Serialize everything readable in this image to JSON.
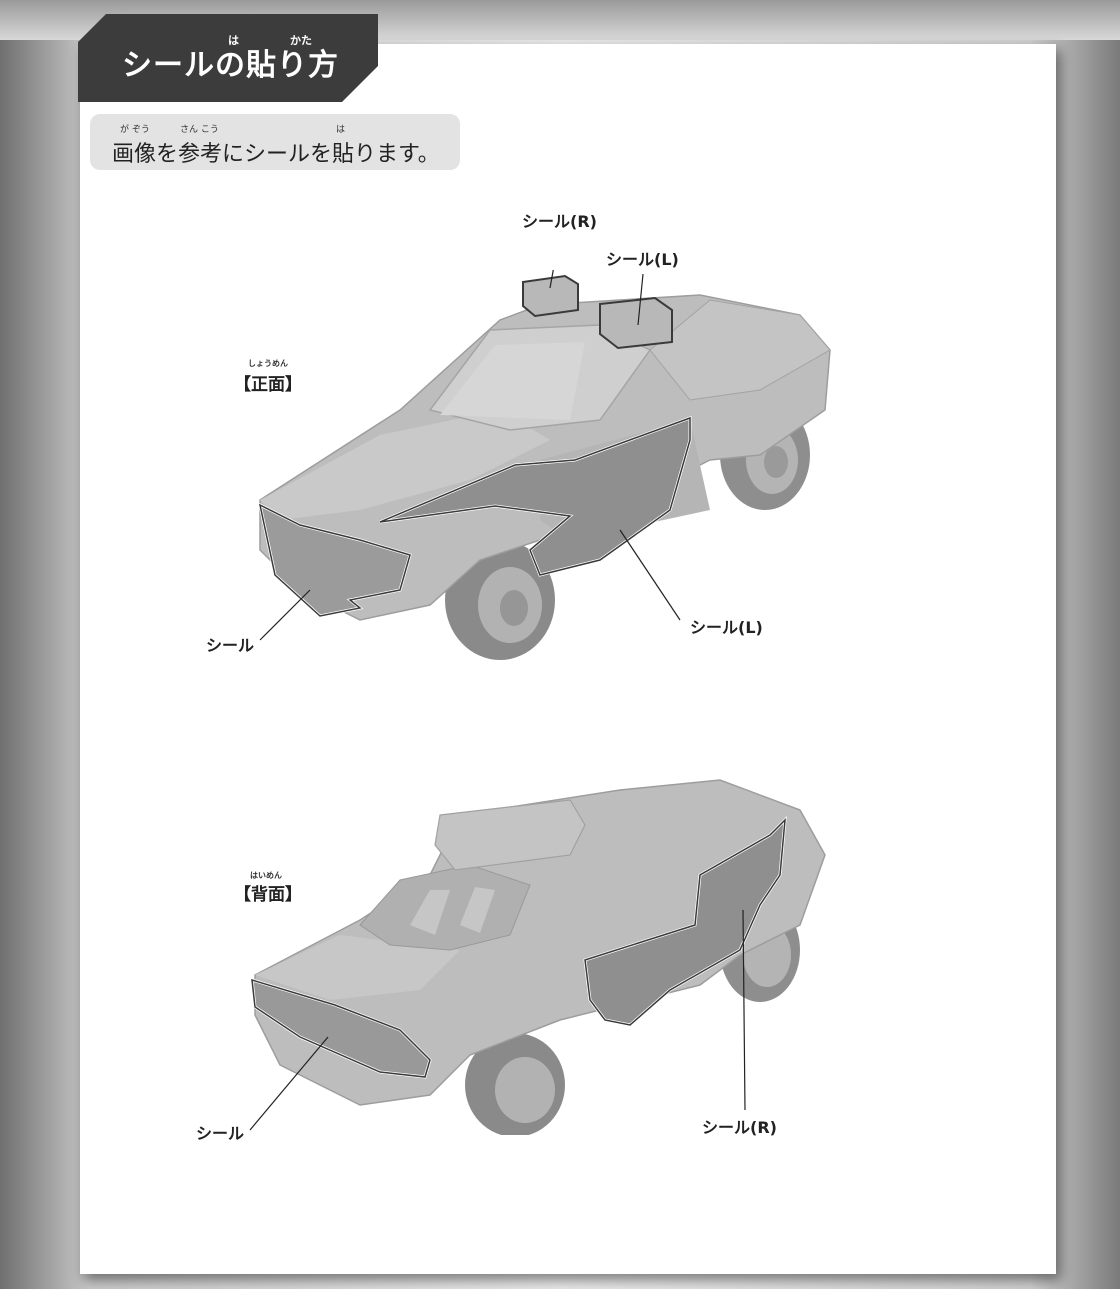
{
  "title": {
    "text": "シールの貼り方",
    "ruby_1": "は",
    "ruby_2": "かた"
  },
  "instruction": {
    "text": "画像を参考にシールを貼ります。",
    "ruby_1": "が ぞう",
    "ruby_2": "さん こう",
    "ruby_3": "は"
  },
  "front": {
    "view_label": "【正面】",
    "view_ruby": "しょうめん",
    "label_roof_r": "シール(R)",
    "label_roof_l": "シール(L)",
    "label_side": "シール(L)",
    "label_bumper": "シール"
  },
  "back": {
    "view_label": "【背面】",
    "view_ruby": "はいめん",
    "label_bumper": "シール",
    "label_side": "シール(R)"
  }
}
